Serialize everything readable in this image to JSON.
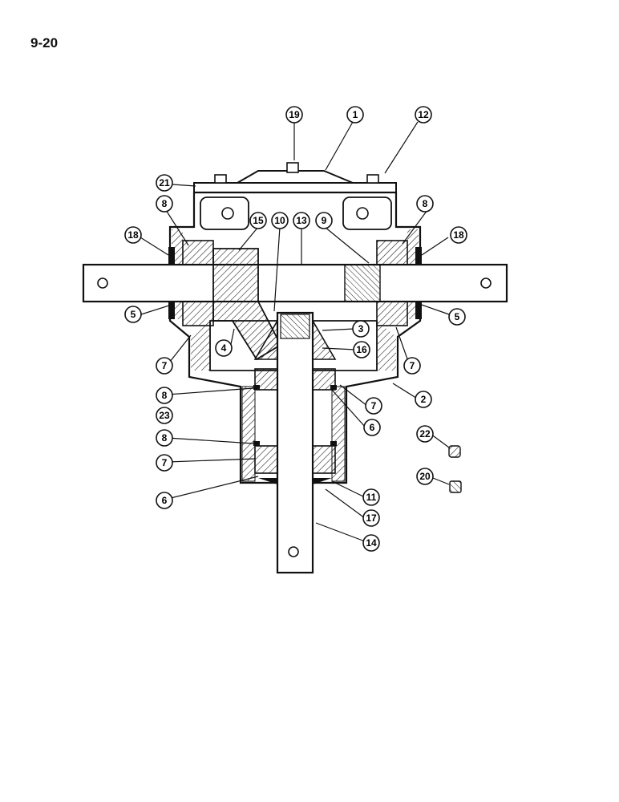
{
  "page_number": "9-20",
  "callouts": [
    "19",
    "1",
    "12",
    "21",
    "8",
    "8",
    "18",
    "15",
    "10",
    "13",
    "9",
    "18",
    "5",
    "5",
    "4",
    "3",
    "16",
    "7",
    "7",
    "2",
    "8",
    "23",
    "7",
    "6",
    "22",
    "8",
    "7",
    "20",
    "6",
    "11",
    "17",
    "14"
  ]
}
